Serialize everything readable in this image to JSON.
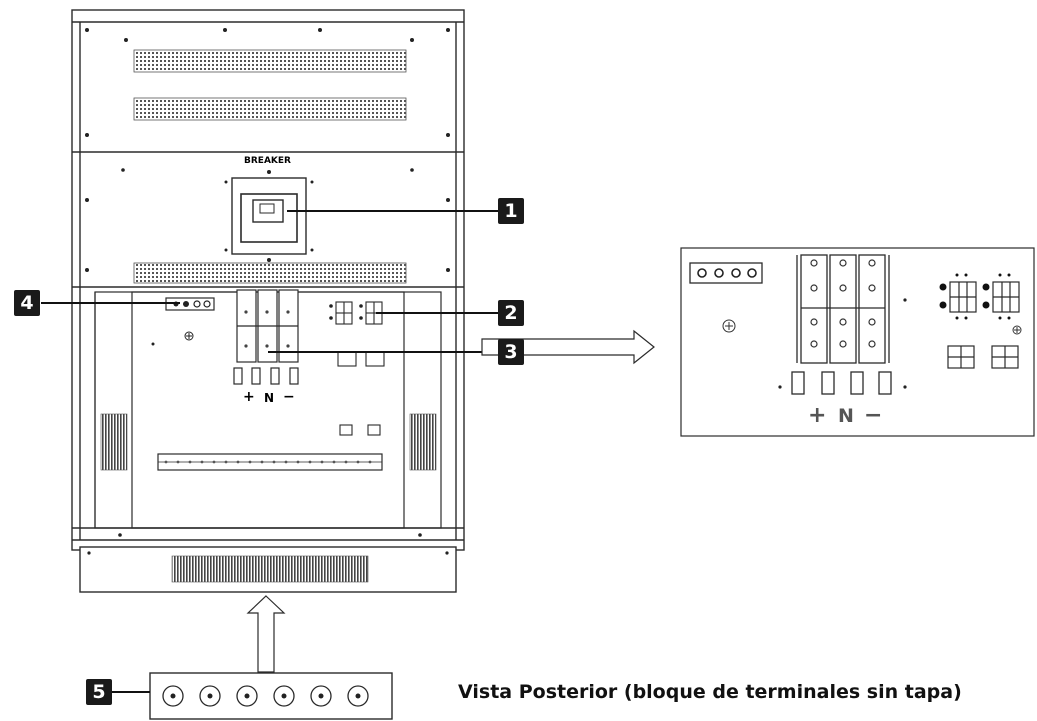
{
  "caption": "Vista Posterior (bloque de terminales sin tapa)",
  "breaker_label": "BREAKER",
  "terminal_symbols": {
    "plus": "+",
    "neutral": "N",
    "minus": "−"
  },
  "callouts": [
    {
      "number": "1"
    },
    {
      "number": "2"
    },
    {
      "number": "3"
    },
    {
      "number": "4"
    },
    {
      "number": "5"
    }
  ],
  "colors": {
    "line": "#2b2b2b",
    "callout_bg": "#1a1a1a",
    "background": "#ffffff"
  }
}
